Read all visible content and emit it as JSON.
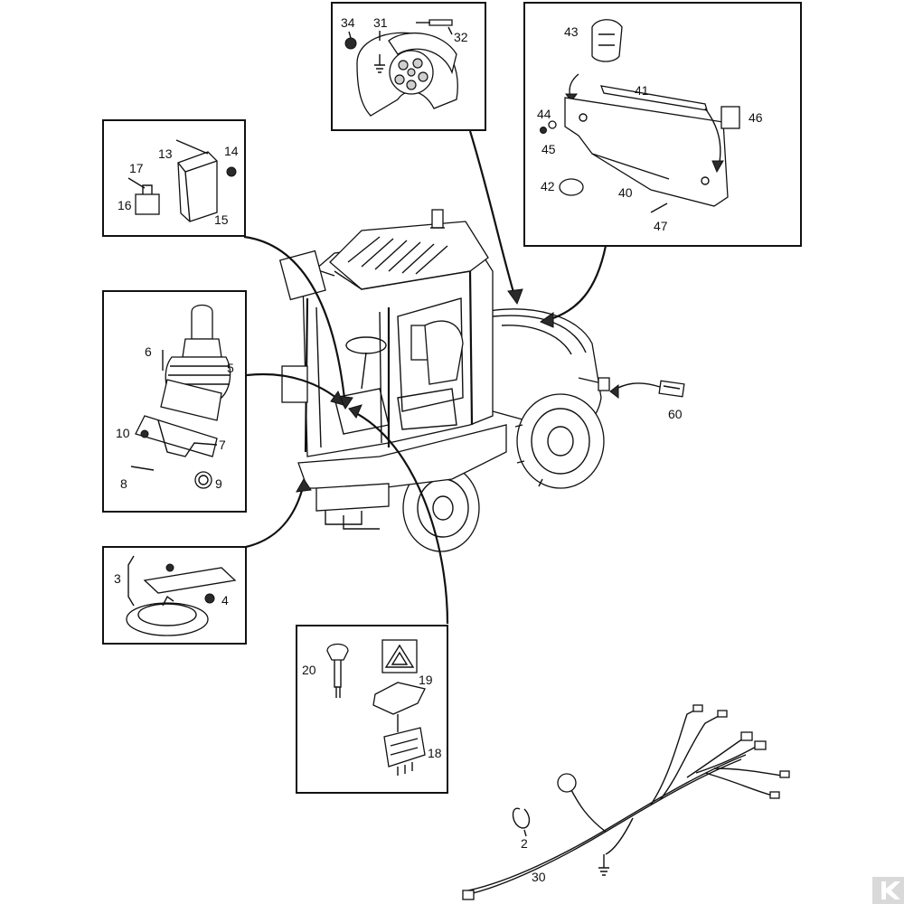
{
  "labels": {
    "l1": "34",
    "l2": "31",
    "l3": "32",
    "l4": "43",
    "l5": "41",
    "l6": "44",
    "l7": "45",
    "l8": "46",
    "l9": "42",
    "l10": "40",
    "l11": "47",
    "l12": "13",
    "l13": "14",
    "l14": "17",
    "l15": "16",
    "l16": "15",
    "l17": "6",
    "l18": "5",
    "l19": "10",
    "l20": "7",
    "l21": "8",
    "l22": "9",
    "l23": "3",
    "l24": "4",
    "l25": "60",
    "l26": "20",
    "l27": "19",
    "l28": "18",
    "l29": "2",
    "l30": "30"
  },
  "colors": {
    "ink": "#111111",
    "paper": "#ffffff",
    "watermark": "#d9d9d9"
  },
  "icons": [
    "hazard-warning-triangle-icon",
    "ground-symbol-icon",
    "watermark-logo-icon"
  ]
}
